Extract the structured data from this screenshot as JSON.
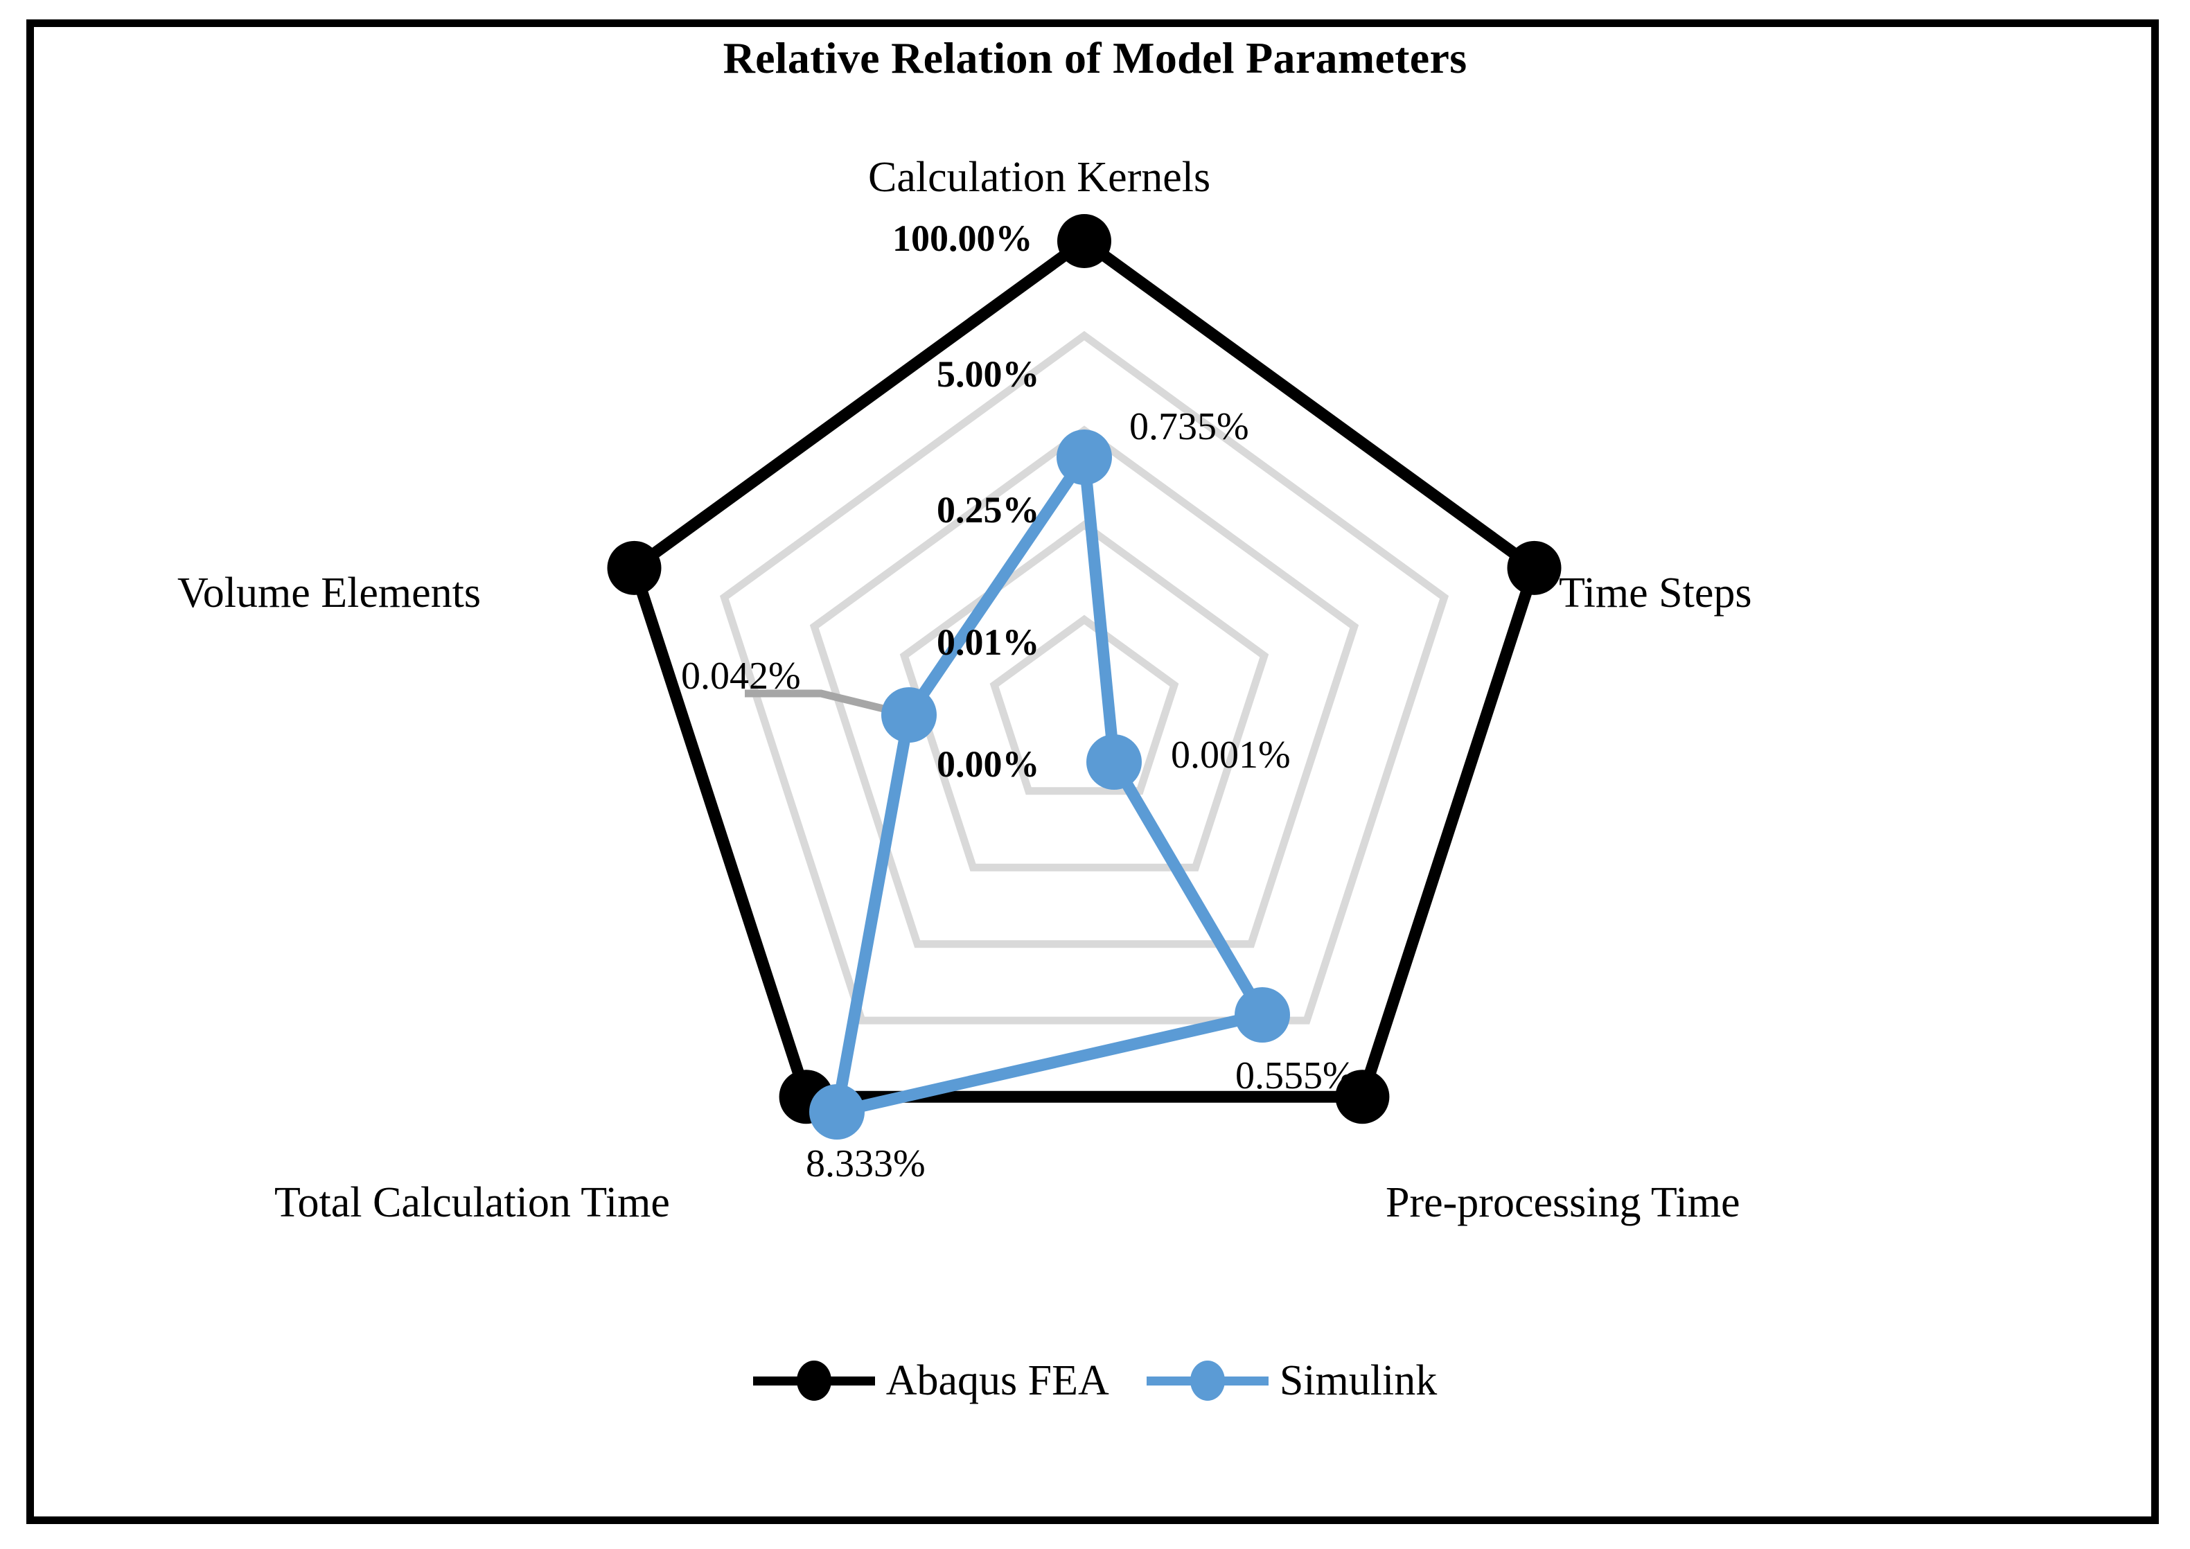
{
  "chart_data": {
    "type": "radar",
    "title": "Relative Relation of Model Parameters",
    "categories": [
      "Calculation Kernels",
      "Time Steps",
      "Pre-processing Time",
      "Total Calculation Time",
      "Volume Elements"
    ],
    "radial_ticks": [
      "0.00%",
      "0.01%",
      "0.25%",
      "5.00%",
      "100.00%"
    ],
    "radial_tick_values": [
      0.0,
      0.01,
      0.25,
      5.0,
      100.0
    ],
    "grid": true,
    "grid_color": "#D9D9D9",
    "legend_position": "bottom",
    "series": [
      {
        "name": "Abaqus FEA",
        "color": "#000000",
        "values": [
          100.0,
          100.0,
          100.0,
          100.0,
          100.0
        ],
        "labels": [
          "",
          "",
          "",
          "",
          ""
        ],
        "show_labels": false
      },
      {
        "name": "Simulink",
        "color": "#5B9BD5",
        "values": [
          0.735,
          0.001,
          0.555,
          8.333,
          0.042
        ],
        "labels": [
          "0.735%",
          "0.001%",
          "0.555%",
          "8.333%",
          "0.042%"
        ],
        "show_labels": true
      }
    ]
  },
  "chart": {
    "title": "Relative Relation of Model Parameters",
    "axes": [
      {
        "key": "calculation-kernels",
        "label": "Calculation Kernels"
      },
      {
        "key": "time-steps",
        "label": "Time Steps"
      },
      {
        "key": "pre-processing-time",
        "label": "Pre-processing Time"
      },
      {
        "key": "total-calculation-time",
        "label": "Total Calculation Time"
      },
      {
        "key": "volume-elements",
        "label": "Volume Elements"
      }
    ],
    "radial_ticks": [
      {
        "key": "tick-100",
        "label": "100.00%"
      },
      {
        "key": "tick-5",
        "label": "5.00%"
      },
      {
        "key": "tick-025",
        "label": "0.25%"
      },
      {
        "key": "tick-001",
        "label": "0.01%"
      },
      {
        "key": "tick-000",
        "label": "0.00%"
      }
    ],
    "value_labels": [
      {
        "key": "val-calculation-kernels",
        "label": "0.735%"
      },
      {
        "key": "val-time-steps",
        "label": "0.001%"
      },
      {
        "key": "val-pre-processing-time",
        "label": "0.555%"
      },
      {
        "key": "val-total-calculation-time",
        "label": "8.333%"
      },
      {
        "key": "val-volume-elements",
        "label": "0.042%"
      }
    ]
  },
  "legend": {
    "items": [
      {
        "key": "abaqus-fea",
        "label": "Abaqus FEA",
        "color": "#000000"
      },
      {
        "key": "simulink",
        "label": "Simulink",
        "color": "#5B9BD5"
      }
    ]
  },
  "colors": {
    "series_abaqus": "#000000",
    "series_simulink": "#5B9BD5",
    "gridline": "#D9D9D9",
    "leader_line": "#A6A6A6",
    "frame": "#000000",
    "background": "#FFFFFF"
  }
}
